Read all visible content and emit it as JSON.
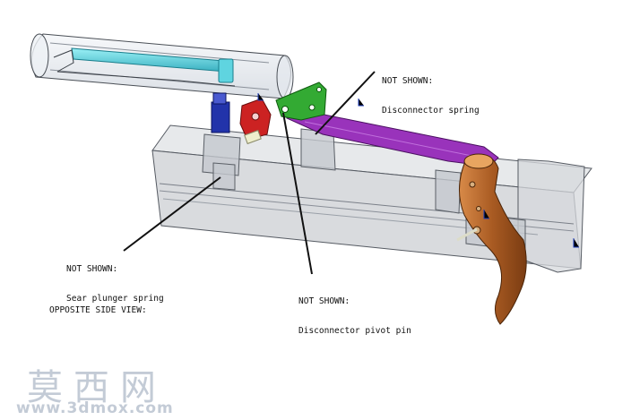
{
  "callouts": {
    "disconnector_spring": {
      "line1": "NOT SHOWN:",
      "line2": "Disconnector spring"
    },
    "sear_plunger_spring": {
      "line1": "NOT SHOWN:",
      "line2": "Sear plunger spring"
    },
    "disconnector_pivot_pin": {
      "line1": "NOT SHOWN:",
      "line2": "Disconnector pivot pin"
    }
  },
  "view_label": "OPPOSITE SIDE VIEW:",
  "watermark": {
    "chinese": "莫西网",
    "url": "www.3dmox.com"
  },
  "colors": {
    "frame_fill": "#d6d8dc",
    "frame_edge": "#555a62",
    "cylinder_fill": "#e8ecf2",
    "rod": "#5fd4e0",
    "plunger": "#2233aa",
    "sear": "#cc2222",
    "disconnector": "#33aa33",
    "trigger_bar": "#9933bb",
    "trigger": "#b06a30",
    "watermark": "#b9c2cf"
  }
}
